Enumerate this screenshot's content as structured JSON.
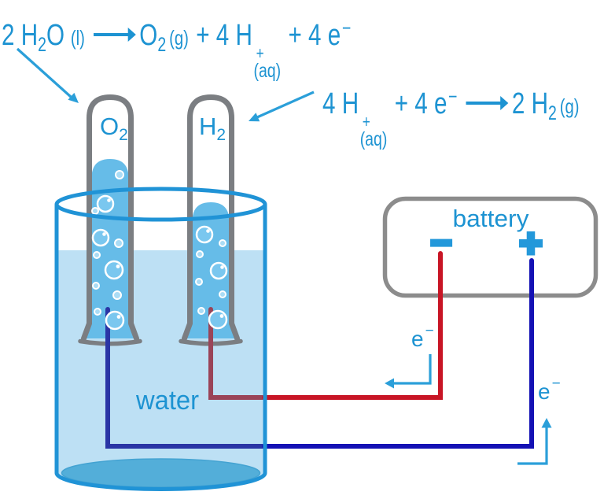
{
  "equations": {
    "oxidation": {
      "coeff": "2 H",
      "water_sub": "2",
      "water_o": "O",
      "state_l": "(l)",
      "arrow": "→",
      "product": "O",
      "product_sub": "2",
      "state_g": "(g)",
      "mid": "+ 4 H",
      "h_sup": "+",
      "h_sub": "(aq)",
      "tail": "+ 4 e",
      "e_sup": "−"
    },
    "reduction": {
      "lead": "4 H",
      "h_sup": "+",
      "h_sub": "(aq)",
      "mid": "+ 4 e",
      "e_sup": "−",
      "arrow": "→",
      "product": "2 H",
      "product_sub": "2",
      "state_g": "(g)"
    }
  },
  "battery": {
    "label": "battery",
    "minus": "−",
    "plus": "+"
  },
  "beaker": {
    "water_label": "water"
  },
  "tubes": {
    "left_gas": {
      "base": "O",
      "sub": "2"
    },
    "right_gas": {
      "base": "H",
      "sub": "2"
    }
  },
  "electron": {
    "base": "e",
    "sup": "−"
  },
  "colors": {
    "text_blue": "#1d93d2",
    "terminal_blue": "#2398da",
    "beaker_outline": "#2093d6",
    "water_fill": "#bde0f4",
    "beaker_bottom": "#53aed9",
    "tube_liquid": "#66bce8",
    "tube_gray": "#7b7e82",
    "battery_gray": "#8c8c8c",
    "wire_red": "#c81525",
    "wire_red_submerged": "#9a4458",
    "wire_blue": "#1411b4",
    "wire_blue_submerged": "#2a35a5",
    "flow_arrow_blue": "#2b9fd9"
  }
}
